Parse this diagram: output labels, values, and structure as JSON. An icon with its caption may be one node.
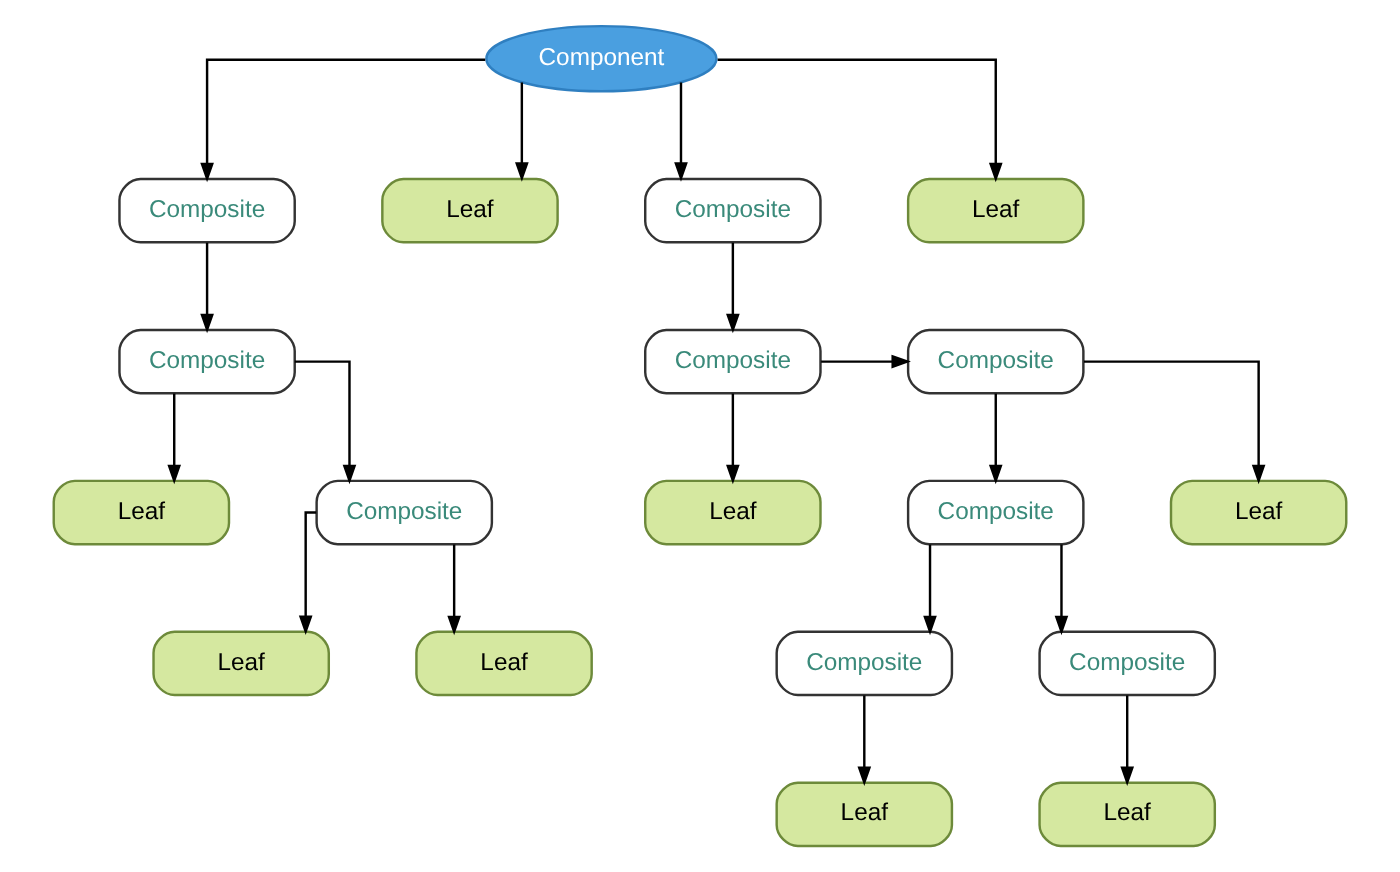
{
  "diagram": {
    "nodes": [
      {
        "text": [
          "Component"
        ]
      },
      {
        "text": [
          "Composite"
        ]
      },
      {
        "text": [
          "Leaf"
        ]
      },
      {
        "text": [
          "Composite"
        ]
      },
      {
        "text": [
          "Leaf"
        ]
      },
      {
        "text": [
          "Composite"
        ]
      },
      {
        "text": [
          "Composite"
        ]
      },
      {
        "text": [
          "Composite"
        ]
      },
      {
        "text": [
          "Leaf"
        ]
      },
      {
        "text": [
          "Composite"
        ]
      },
      {
        "text": [
          "Leaf"
        ]
      },
      {
        "text": [
          "Composite"
        ]
      },
      {
        "text": [
          "Leaf"
        ]
      },
      {
        "text": [
          "Leaf"
        ]
      },
      {
        "text": [
          "Leaf"
        ]
      },
      {
        "text": [
          "Composite"
        ]
      },
      {
        "text": [
          "Composite"
        ]
      },
      {
        "text": [
          "Leaf"
        ]
      },
      {
        "text": [
          "Leaf"
        ]
      }
    ],
    "edges": [
      {
        "from": 0,
        "to": 1,
        "arrow": "to"
      },
      {
        "from": 0,
        "to": 2,
        "arrow": "to"
      },
      {
        "from": 0,
        "to": 3,
        "arrow": "to"
      },
      {
        "from": 0,
        "to": 4,
        "arrow": "to"
      },
      {
        "from": 1,
        "to": 5,
        "arrow": "to"
      },
      {
        "from": 5,
        "to": 8,
        "arrow": "to"
      },
      {
        "from": 5,
        "to": 9,
        "arrow": "to"
      },
      {
        "from": 9,
        "to": 13,
        "arrow": "to"
      },
      {
        "from": 9,
        "to": 14,
        "arrow": "to"
      },
      {
        "from": 3,
        "to": 6,
        "arrow": "to"
      },
      {
        "from": 6,
        "to": 10,
        "arrow": "to"
      },
      {
        "from": 6,
        "to": 7,
        "arrow": "to"
      },
      {
        "from": 7,
        "to": 11,
        "arrow": "to"
      },
      {
        "from": 7,
        "to": 12,
        "arrow": "to"
      },
      {
        "from": 11,
        "to": 15,
        "arrow": "to"
      },
      {
        "from": 11,
        "to": 16,
        "arrow": "to"
      },
      {
        "from": 15,
        "to": 17,
        "arrow": "to"
      },
      {
        "from": 16,
        "to": 18,
        "arrow": "to"
      }
    ]
  }
}
